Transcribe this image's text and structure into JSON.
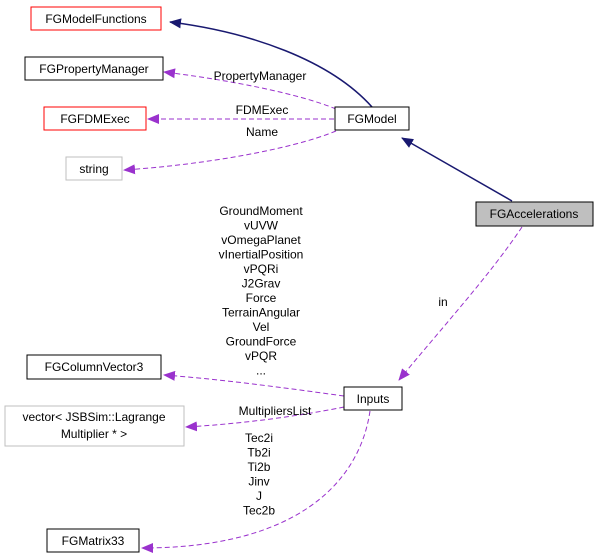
{
  "colors": {
    "inherit_edge": "#191970",
    "usage_edge": "#9a32cd",
    "red_border": "#ff0000",
    "gray_border": "#bfbfbf",
    "black_border": "#000000",
    "focus_fill": "#bfbfbf"
  },
  "nodes": {
    "fgmodelfunctions": "FGModelFunctions",
    "fgpropertymanager": "FGPropertyManager",
    "fgfdmexec": "FGFDMExec",
    "string": "string",
    "fgmodel": "FGModel",
    "fgaccelerations": "FGAccelerations",
    "fgcolumnvector3": "FGColumnVector3",
    "inputs": "Inputs",
    "vector_line1": "vector< JSBSim::Lagrange",
    "vector_line2": "Multiplier * >",
    "fgmatrix33": "FGMatrix33"
  },
  "edge_labels": {
    "propertymanager": "PropertyManager",
    "fdmexec": "FDMExec",
    "name": "Name",
    "in": "in",
    "column_vector_members": [
      "GroundMoment",
      "vUVW",
      "vOmegaPlanet",
      "vInertialPosition",
      "vPQRi",
      "J2Grav",
      "Force",
      "TerrainAngular",
      "Vel",
      "GroundForce",
      "vPQR",
      "..."
    ],
    "multiplierslist": "MultipliersList",
    "matrix_members": [
      "Tec2i",
      "Tb2i",
      "Ti2b",
      "Jinv",
      "J",
      "Tec2b"
    ]
  }
}
